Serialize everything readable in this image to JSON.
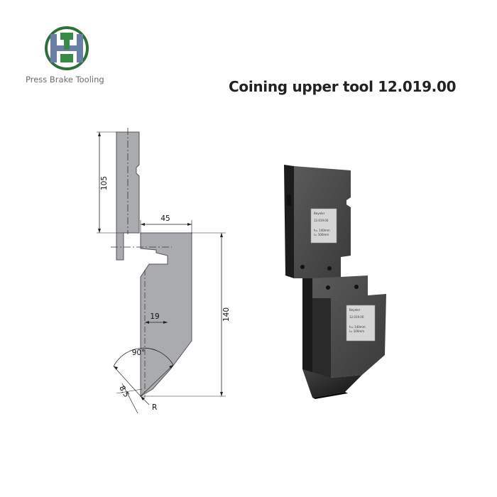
{
  "logo": {
    "caption": "Press Brake Tooling",
    "colors": {
      "ring": "#2f6f3a",
      "letters": "#6a7fa6",
      "accent": "#3a8a45"
    }
  },
  "title": "Coining upper tool 12.019.00",
  "drawing": {
    "dimensions": {
      "shank_height": "105",
      "width": "45",
      "height": "140",
      "offset": "19",
      "angle": "90°",
      "tip": "8,5",
      "radius": "R"
    }
  },
  "photo": {
    "plate_upper": {
      "brand": "Beyeler",
      "line1": "12.019.00",
      "line2": "h= 140mm",
      "line3": "l= 100mm"
    },
    "plate_lower": {
      "brand": "Beyeler",
      "line1": "12.019.00",
      "line2": "h= 140mm",
      "line3": "l= 100mm"
    }
  }
}
